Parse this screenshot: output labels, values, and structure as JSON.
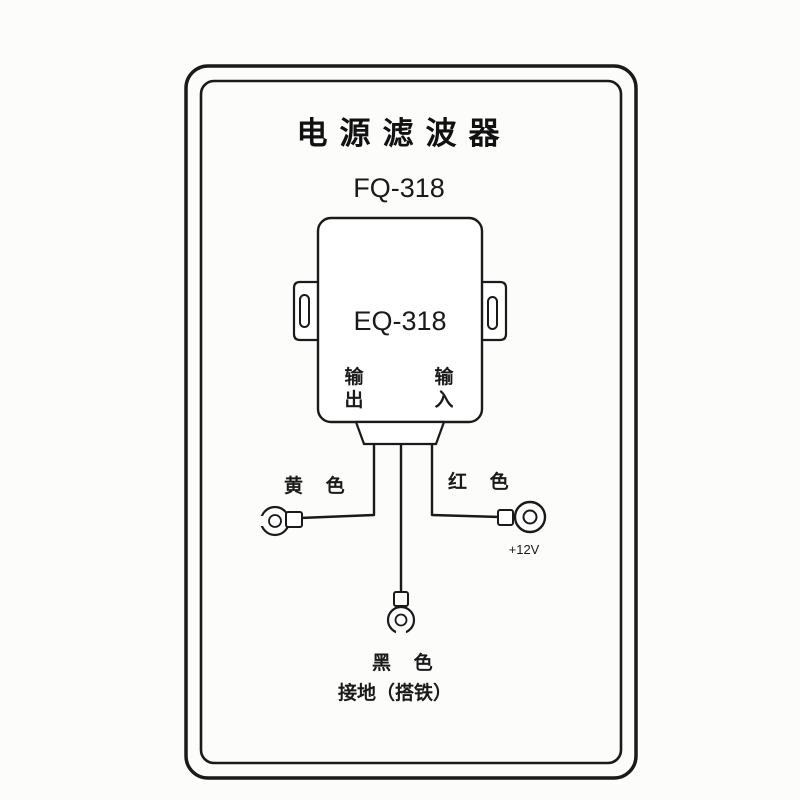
{
  "card": {
    "title": "电源滤波器",
    "model_label": "FQ-318"
  },
  "device": {
    "body_label": "EQ-318",
    "output_line1": "输",
    "output_line2": "出",
    "input_line1": "输",
    "input_line2": "入"
  },
  "wires": {
    "yellow_label": "黄 色",
    "red_label": "红 色",
    "red_voltage": "+12V",
    "black_label": "黑 色",
    "black_note": "接地（搭铁）"
  },
  "colors": {
    "ink": "#1a1a1a",
    "card": "#fcfcfb",
    "wire": "#2a2a2a"
  }
}
